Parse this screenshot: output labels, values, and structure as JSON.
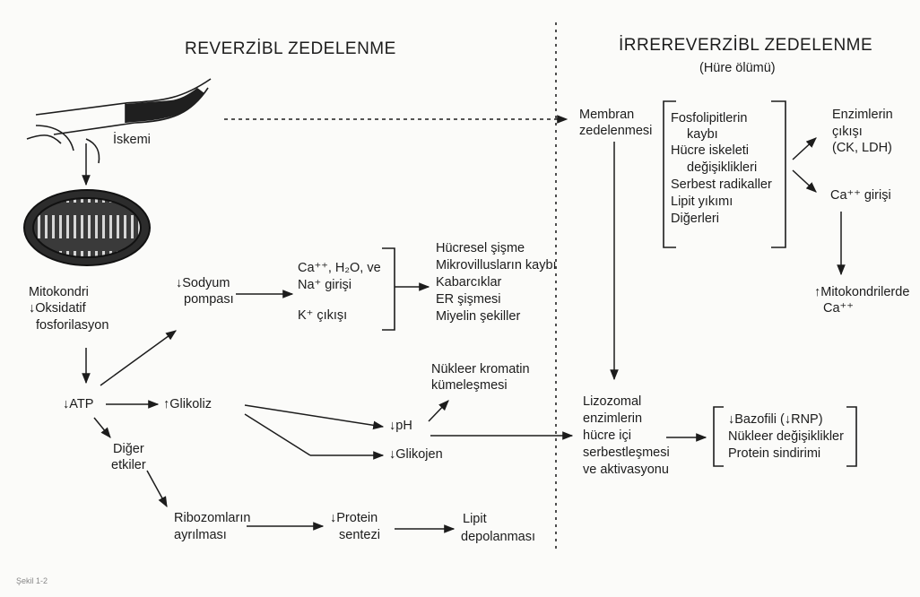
{
  "headings": {
    "reversible": "REVERZİBL ZEDELENME",
    "irreversible": "İRREREVERZİBL ZEDELENME",
    "irreversible_sub": "(Hüre ölümü)"
  },
  "left": {
    "iskemi": "İskemi",
    "mito_1": "Mitokondri",
    "mito_2": "↓Oksidatif",
    "mito_3": "fosforilasyon",
    "atp": "↓ATP",
    "sodyum_1": "↓Sodyum",
    "sodyum_2": "pompası",
    "ions_1": "Ca⁺⁺, H₂O, ve",
    "ions_2": "Na⁺ girişi",
    "ions_3": "K⁺ çıkışı",
    "effects": [
      "Hücresel şişme",
      "Mikrovillusların kaybı",
      "Kabarcıklar",
      "ER şişmesi",
      "Miyelin şekiller"
    ],
    "glikoliz": "↑Glikoliz",
    "nukleer_1": "Nükleer kromatin",
    "nukleer_2": "kümeleşmesi",
    "ph": "↓pH",
    "glikojen": "↓Glikojen",
    "diger_1": "Diğer",
    "diger_2": "etkiler",
    "ribo_1": "Ribozomların",
    "ribo_2": "ayrılması",
    "protein_1": "↓Protein",
    "protein_2": "sentezi",
    "lipit_1": "Lipit",
    "lipit_2": "depolanması"
  },
  "right": {
    "membran_1": "Membran",
    "membran_2": "zedelenmesi",
    "causes": [
      "Fosfolipitlerin",
      "kaybı",
      "Hücre iskeleti",
      "değişiklikleri",
      "Serbest radikaller",
      "Lipit yıkımı",
      "Diğerleri"
    ],
    "enzim_1": "Enzimlerin",
    "enzim_2": "çıkışı",
    "enzim_3": "(CK, LDH)",
    "ca_giris": "Ca⁺⁺ girişi",
    "mitokondri_1": "↑Mitokondrilerde",
    "mitokondri_2": "Ca⁺⁺",
    "lizo": [
      "Lizozomal",
      "enzimlerin",
      "hücre içi",
      "serbestleşmesi",
      "ve aktivasyonu"
    ],
    "outcomes": [
      "↓Bazofili (↓RNP)",
      "Nükleer değişiklikler",
      "Protein sindirimi"
    ]
  },
  "footer": "Şekil 1-2"
}
